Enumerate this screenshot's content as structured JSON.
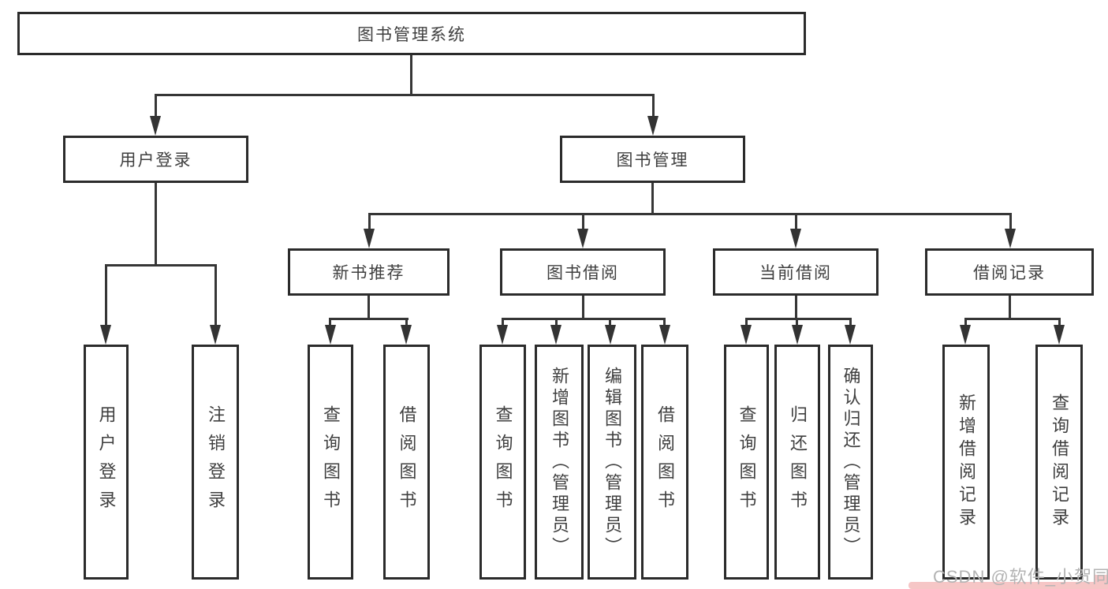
{
  "diagram": {
    "root": "图书管理系统",
    "level2": [
      "用户登录",
      "图书管理"
    ],
    "level3": [
      "新书推荐",
      "图书借阅",
      "当前借阅",
      "借阅记录"
    ],
    "leaves_user_login": [
      "用户登录",
      "注销登录"
    ],
    "leaves_new_book": [
      "查询图书",
      "借阅图书"
    ],
    "leaves_book_borrow": [
      "查询图书",
      "新增图书（管理员）",
      "编辑图书（管理员）",
      "借阅图书"
    ],
    "leaves_current_borrow": [
      "查询图书",
      "归还图书",
      "确认归还（管理员）"
    ],
    "leaves_borrow_records": [
      "新增借阅记录",
      "查询借阅记录"
    ]
  },
  "watermark": {
    "text": "CSDN @软件_小贺同学",
    "text_color": "#b3b3b3",
    "highlight_color": "#f6c6c6"
  },
  "colors": {
    "line": "#363636",
    "border": "#2b2b2b",
    "text": "#3f3f3f",
    "background": "#ffffff"
  }
}
